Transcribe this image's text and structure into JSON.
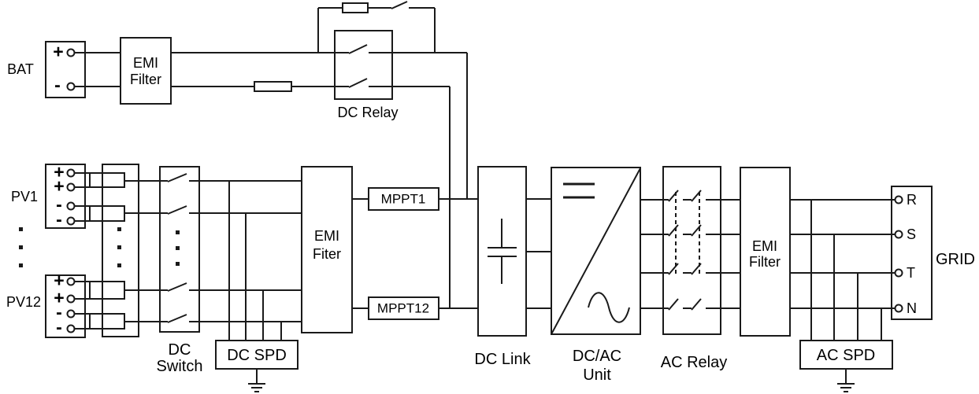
{
  "colors": {
    "line": "#1a1a1a",
    "text": "#000000",
    "background": "#ffffff"
  },
  "battery": {
    "label": "BAT",
    "terminals": [
      "+",
      "-"
    ],
    "emi_filter": {
      "line1": "EMI",
      "line2": "Filter"
    }
  },
  "dc_relay": {
    "label": "DC Relay"
  },
  "pv": {
    "pv1": {
      "label": "PV1",
      "terminals": [
        "+",
        "+",
        "-",
        "-"
      ]
    },
    "pv12": {
      "label": "PV12",
      "terminals": [
        "+",
        "+",
        "-",
        "-"
      ]
    },
    "dc_switch": {
      "line1": "DC",
      "line2": "Switch"
    },
    "dc_spd": {
      "label": "DC SPD"
    },
    "emi_filter": {
      "line1": "EMI",
      "line2": "Fiter"
    },
    "mppt1": {
      "label": "MPPT1"
    },
    "mppt12": {
      "label": "MPPT12"
    }
  },
  "power_stage": {
    "dc_link": {
      "label": "DC Link"
    },
    "dcac_unit": {
      "line1": "DC/AC",
      "line2": "Unit"
    },
    "ac_relay": {
      "label": "AC Relay"
    },
    "emi_filter": {
      "line1": "EMI",
      "line2": "Filter"
    },
    "ac_spd": {
      "label": "AC SPD"
    }
  },
  "grid": {
    "label": "GRID",
    "terminals": [
      "R",
      "S",
      "T",
      "N"
    ]
  }
}
